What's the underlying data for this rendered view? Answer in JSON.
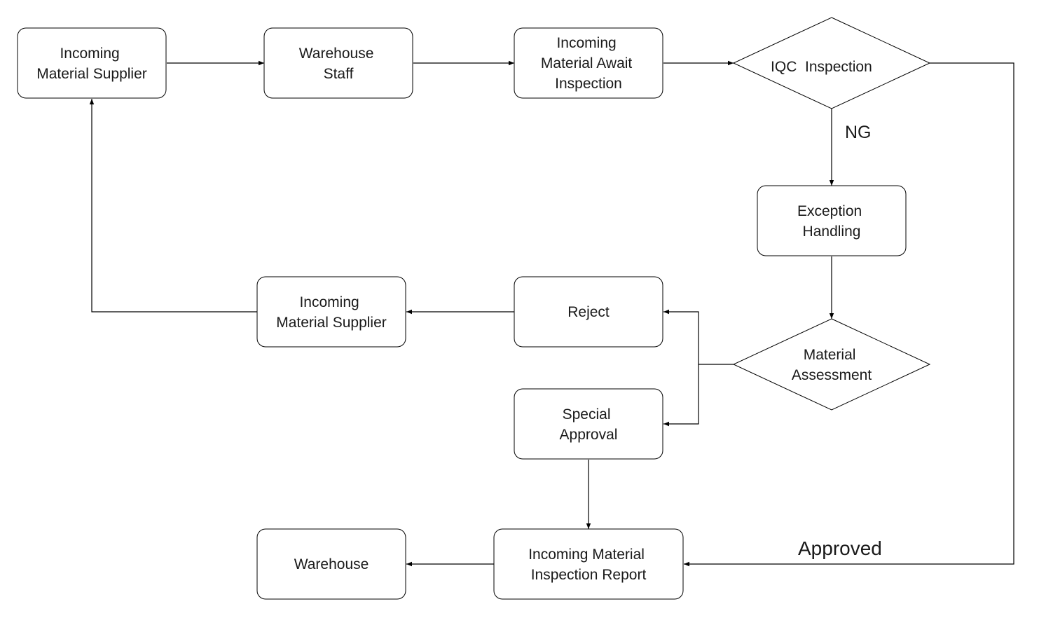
{
  "nodes": {
    "supplier_top": {
      "lines": [
        "Incoming",
        "Material Supplier"
      ]
    },
    "warehouse_staff": {
      "lines": [
        "Warehouse",
        "Staff"
      ]
    },
    "await_inspection": {
      "lines": [
        "Incoming",
        "Material Await",
        "Inspection"
      ]
    },
    "iqc_inspection": {
      "lines": [
        "IQC  Inspection"
      ]
    },
    "exception_handling": {
      "lines": [
        "Exception",
        "Handling"
      ]
    },
    "reject": {
      "lines": [
        "Reject"
      ]
    },
    "supplier_mid": {
      "lines": [
        "Incoming",
        "Material Supplier"
      ]
    },
    "material_assessment": {
      "lines": [
        "Material",
        "Assessment"
      ]
    },
    "special_approval": {
      "lines": [
        "Special",
        "Approval"
      ]
    },
    "inspection_report": {
      "lines": [
        "Incoming Material",
        "Inspection Report"
      ]
    },
    "warehouse": {
      "lines": [
        "Warehouse"
      ]
    }
  },
  "edge_labels": {
    "ng": "NG",
    "approved": "Approved"
  }
}
